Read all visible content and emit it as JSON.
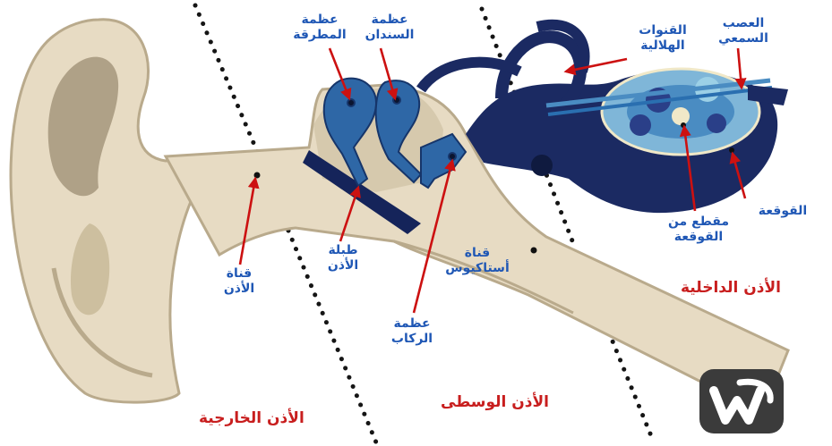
{
  "labels": {
    "malleus": [
      "عظمة",
      "المطرقة"
    ],
    "incus": [
      "عظمة",
      "السندان"
    ],
    "semicircular_canals": [
      "القنوات",
      "الهلالية"
    ],
    "auditory_nerve": [
      "العصب",
      "السمعي"
    ],
    "ear_canal": [
      "قناة",
      "الأذن"
    ],
    "eardrum": [
      "طبلة",
      "الأذن"
    ],
    "stapes": [
      "عظمة",
      "الركاب"
    ],
    "eustachian_tube": [
      "قناة",
      "أستاكيوس"
    ],
    "cochlea_cross_section": [
      "مقطع من",
      "القوقعة"
    ],
    "cochlea": [
      "القوقعة"
    ]
  },
  "regions": {
    "outer_ear": "الأذن الخارجية",
    "middle_ear": "الأذن الوسطى",
    "inner_ear": "الأذن الداخلية"
  },
  "colors": {
    "label_text": "#1f57b5",
    "region_text": "#c81e1e",
    "arrow": "#cc1111",
    "skin": "#e7dbc3",
    "skin_shadow": "#b9aa8c",
    "bone": "#2e67a6",
    "inner_ear": "#1b2a62",
    "logo_bg": "#3b3b3b"
  },
  "logo": {
    "icon": "w-logo-icon"
  }
}
